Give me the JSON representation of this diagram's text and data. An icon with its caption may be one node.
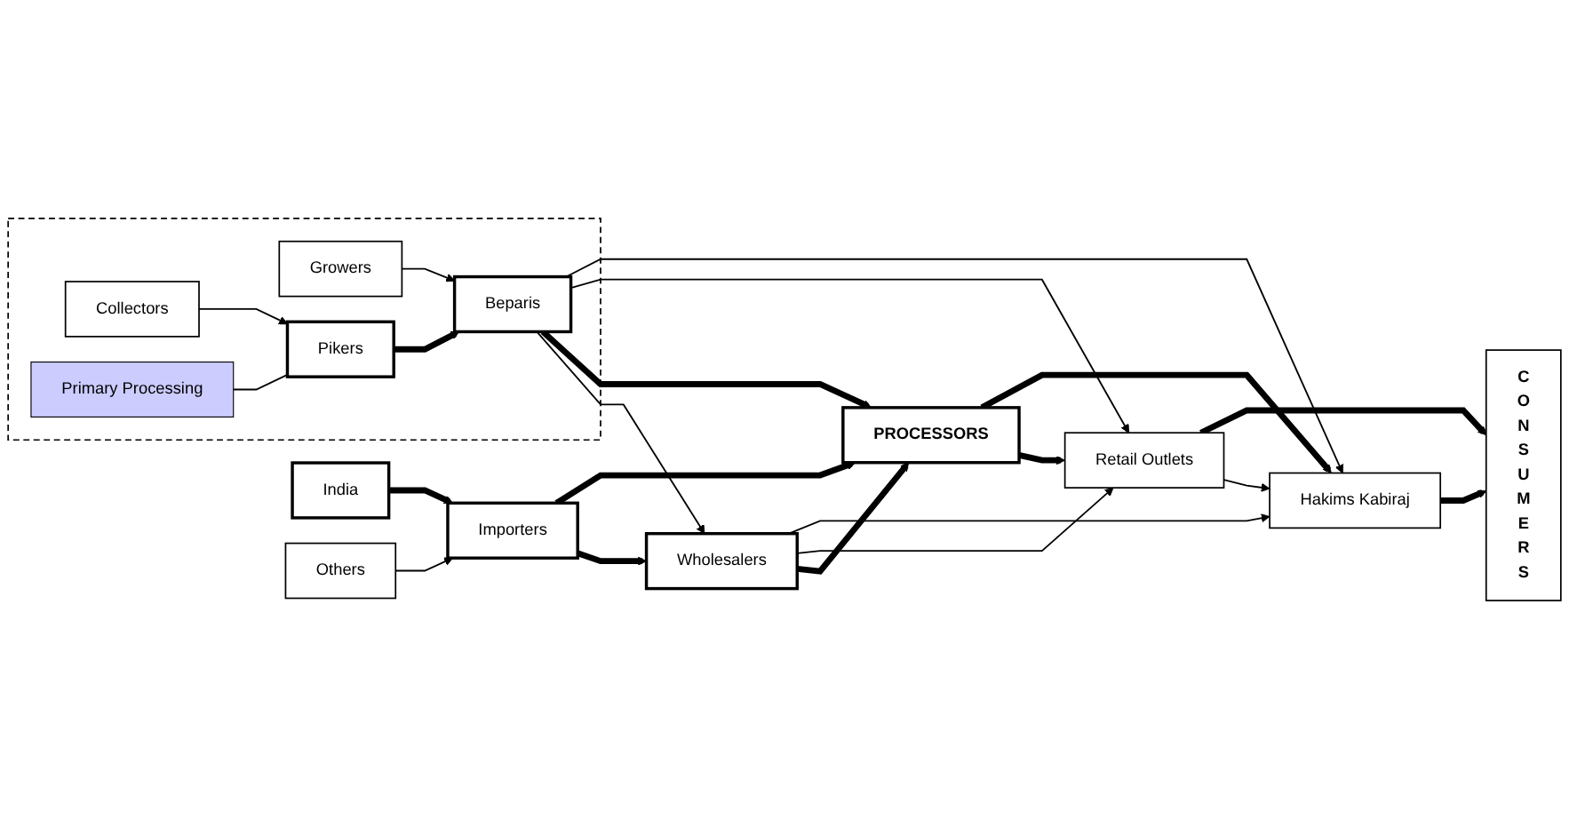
{
  "diagram": {
    "nodes": [
      {
        "text": [
          "India"
        ]
      },
      {
        "text": [
          "Importers"
        ]
      },
      {
        "text": [
          "Others"
        ]
      },
      {
        "text": [
          "Wholesalers"
        ]
      },
      {
        "text": [
          "PROCESSORS"
        ]
      },
      {
        "text": [
          "CONSUMERS"
        ]
      },
      {
        "text": [],
        "shape": "box"
      },
      {
        "text": [
          "Growers"
        ],
        "in": 6
      },
      {
        "text": [
          "Retail Outlets"
        ]
      },
      {
        "text": [
          "Pikers"
        ],
        "in": 6
      },
      {
        "text": [
          "Beparis"
        ],
        "in": 6
      },
      {
        "text": [
          "Hakims Kabiraj"
        ]
      },
      {
        "text": [
          "Collectors"
        ],
        "in": 6
      },
      {
        "text": [
          "Primary Processing"
        ],
        "in": 6
      }
    ],
    "edges": [
      {
        "from": 0,
        "to": 1,
        "arrow": "to",
        "style": "thick"
      },
      {
        "from": 2,
        "to": 1,
        "arrow": "to"
      },
      {
        "from": 1,
        "to": 3,
        "arrow": "to",
        "style": "thick"
      },
      {
        "from": 1,
        "to": 4,
        "arrow": "to",
        "style": "thick"
      },
      {
        "from": 3,
        "to": 4,
        "arrow": "to",
        "style": "thick"
      },
      {
        "from": 3,
        "to": 8,
        "arrow": "to"
      },
      {
        "from": 3,
        "to": 11,
        "arrow": "to"
      },
      {
        "from": 7,
        "to": 10,
        "arrow": "to"
      },
      {
        "from": 9,
        "to": 10,
        "arrow": "to",
        "style": "thick"
      },
      {
        "from": 12,
        "to": 9,
        "arrow": "to"
      },
      {
        "from": 10,
        "to": 3,
        "arrow": "to"
      },
      {
        "from": 10,
        "to": 4,
        "arrow": "to",
        "style": "thick"
      },
      {
        "from": 10,
        "to": 8,
        "arrow": "to"
      },
      {
        "from": 10,
        "to": 11,
        "arrow": "to"
      },
      {
        "from": 4,
        "to": 8,
        "arrow": "to",
        "style": "thick"
      },
      {
        "from": 4,
        "to": 11,
        "arrow": "to",
        "style": "thick"
      },
      {
        "from": 8,
        "to": 11,
        "arrow": "to"
      },
      {
        "from": 8,
        "to": 5,
        "arrow": "to",
        "style": "thick"
      },
      {
        "from": 11,
        "to": 5,
        "arrow": "to",
        "style": "thick"
      },
      {
        "from": 13,
        "to": 9,
        "arrow": "none"
      }
    ]
  }
}
